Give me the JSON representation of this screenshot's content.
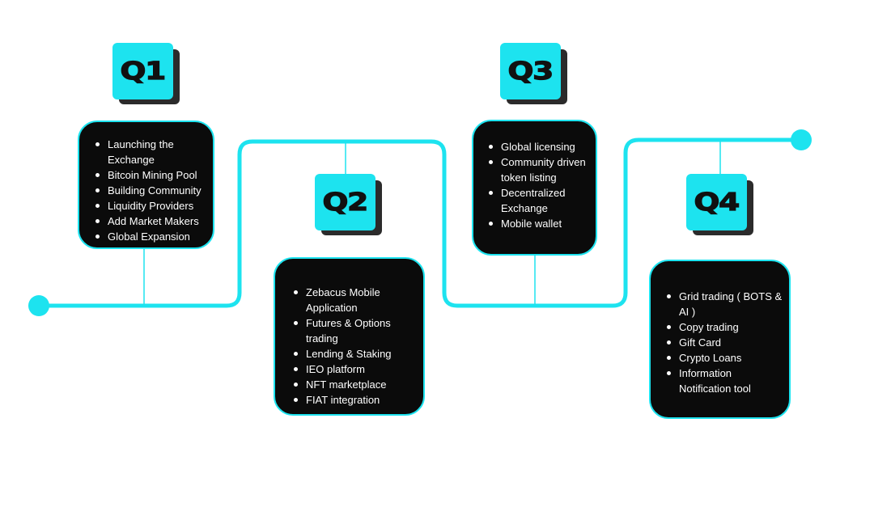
{
  "colors": {
    "accent": "#1de3ef",
    "card_bg": "#0b0b0b",
    "badge_shadow": "#2b2b2b",
    "badge_text": "#111111"
  },
  "quarters": [
    {
      "label": "Q1",
      "items": [
        "Launching the Exchange",
        "Bitcoin Mining Pool",
        "Building Community",
        "Liquidity Providers",
        "Add Market Makers",
        "Global Expansion"
      ]
    },
    {
      "label": "Q2",
      "items": [
        "Zebacus Mobile Application",
        "Futures & Options trading",
        "Lending & Staking",
        "IEO platform",
        "NFT marketplace",
        "FIAT integration"
      ]
    },
    {
      "label": "Q3",
      "items": [
        "Global licensing",
        "Community driven token listing",
        "Decentralized Exchange",
        "Mobile wallet"
      ]
    },
    {
      "label": "Q4",
      "items": [
        "Grid trading ( BOTS & AI )",
        "Copy trading",
        "Gift Card",
        "Crypto Loans",
        "Information Notification tool"
      ]
    }
  ]
}
